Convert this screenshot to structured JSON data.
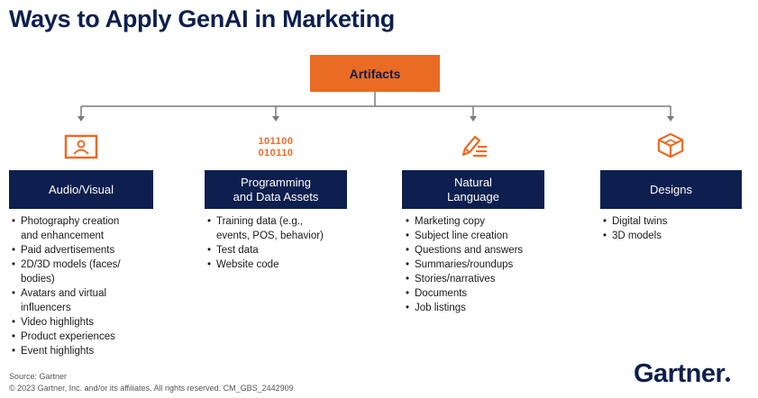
{
  "title": "Ways to Apply GenAI in Marketing",
  "root": {
    "label": "Artifacts"
  },
  "colors": {
    "orange": "#ea6b23",
    "navy": "#0d1f4e",
    "connector": "#7a7a7a"
  },
  "categories": [
    {
      "id": "audio-visual",
      "label": "Audio/Visual",
      "icon": "picture-frame-icon",
      "items": [
        "Photography creation",
        "and enhancement",
        "Paid advertisements",
        "2D/3D models (faces/",
        "bodies)",
        "Avatars and virtual",
        "influencers",
        "Video highlights",
        "Product experiences",
        "Event highlights"
      ],
      "bullets": [
        true,
        false,
        true,
        true,
        false,
        true,
        false,
        true,
        true,
        true
      ]
    },
    {
      "id": "programming",
      "label_line1": "Programming",
      "label_line2": "and Data Assets",
      "icon": "binary-code-icon",
      "icon_text_line1": "101100",
      "icon_text_line2": "010110",
      "items": [
        "Training data (e.g.,",
        "events, POS, behavior)",
        "Test data",
        "Website code"
      ],
      "bullets": [
        true,
        false,
        true,
        true
      ]
    },
    {
      "id": "natural-language",
      "label_line1": "Natural",
      "label_line2": "Language",
      "icon": "pencil-text-icon",
      "items": [
        "Marketing copy",
        "Subject line creation",
        "Questions and answers",
        "Summaries/roundups",
        "Stories/narratives",
        "Documents",
        "Job listings"
      ],
      "bullets": [
        true,
        true,
        true,
        true,
        true,
        true,
        true
      ]
    },
    {
      "id": "designs",
      "label": "Designs",
      "icon": "cube-icon",
      "items": [
        "Digital twins",
        "3D models"
      ],
      "bullets": [
        true,
        true
      ]
    }
  ],
  "footer": {
    "source": "Source: Gartner",
    "copyright": "© 2023 Gartner, Inc. and/or its affiliates. All rights reserved. CM_GBS_2442909"
  },
  "logo": {
    "text": "Gartner"
  }
}
